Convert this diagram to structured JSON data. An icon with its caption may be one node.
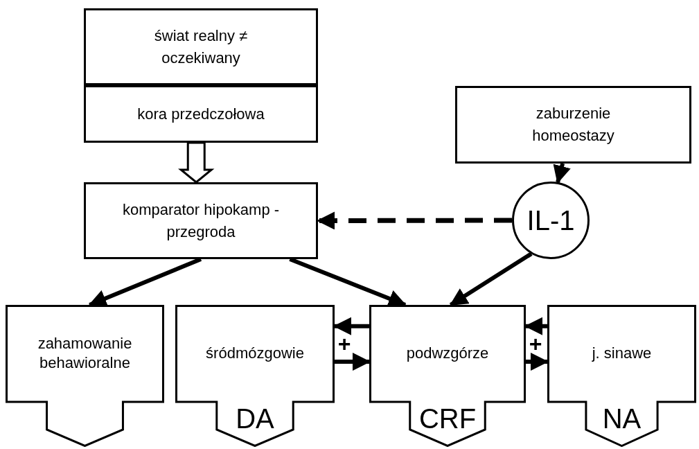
{
  "diagram": {
    "nodes": [
      {
        "text": [
          "świat realny ≠ oczekiwany"
        ]
      },
      {
        "text": [
          "kora przedczołowa"
        ]
      },
      {
        "text": [
          "komparator hipokamp - przegroda"
        ]
      },
      {
        "text": [
          "zaburzenie homeostazy"
        ]
      },
      {
        "text": [
          "IL-1"
        ]
      },
      {
        "text": [
          "zahamowanie behawioralne"
        ]
      },
      {
        "text": [
          "śródmózgowie",
          "DA"
        ]
      },
      {
        "text": [
          "podwzgórze",
          "CRF"
        ]
      },
      {
        "text": [
          "j. sinawe",
          "NA"
        ]
      }
    ],
    "edges": [
      {
        "from": 1,
        "to": 2,
        "arrow": "to",
        "style": "thick"
      },
      {
        "from": 4,
        "to": 2,
        "arrow": "to",
        "style": "dashed"
      },
      {
        "from": 3,
        "to": 4,
        "arrow": "to"
      },
      {
        "from": 2,
        "to": 5,
        "arrow": "to"
      },
      {
        "from": 2,
        "to": 7,
        "arrow": "to"
      },
      {
        "from": 4,
        "to": 7,
        "arrow": "to"
      },
      {
        "from": 7,
        "to": 6,
        "arrow": "to"
      },
      {
        "from": 6,
        "to": 7,
        "arrow": "to"
      },
      {
        "from": 8,
        "to": 7,
        "arrow": "to"
      },
      {
        "from": 7,
        "to": 8,
        "arrow": "to"
      }
    ],
    "labels": [
      "+",
      "+"
    ]
  }
}
